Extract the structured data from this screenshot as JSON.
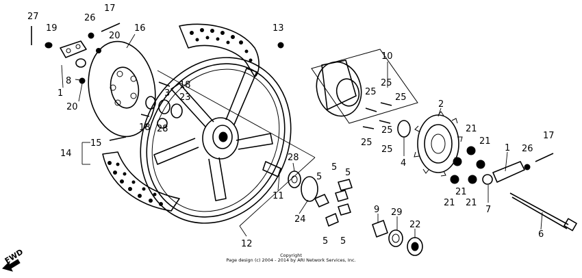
{
  "diagram": {
    "direction_label": "FWD",
    "copyright_lines": [
      "Copyright",
      "Page design (c) 2004 - 2014 by ARI Network Services, Inc."
    ],
    "callouts": {
      "n27": "27",
      "n19": "19",
      "n26a": "26",
      "n17a": "17",
      "n16": "16",
      "n20a": "20",
      "n1a": "1",
      "n8": "8",
      "n20b": "20",
      "n13": "13",
      "n18a": "18",
      "n3": "3",
      "n23": "23",
      "n18b": "18",
      "n28a": "28",
      "n15": "15",
      "n14": "14",
      "n10": "10",
      "n25a": "25",
      "n25b": "25",
      "n25c": "25",
      "n25d": "25",
      "n25e": "25",
      "n25f": "25",
      "n2": "2",
      "n4": "4",
      "n21a": "21",
      "n21b": "21",
      "n21c": "21",
      "n21d": "21",
      "n21e": "21",
      "n17b": "17",
      "n26b": "26",
      "n1b": "1",
      "n7": "7",
      "n6": "6",
      "n28b": "28",
      "n11": "11",
      "n24": "24",
      "n5a": "5",
      "n5b": "5",
      "n5c": "5",
      "n5d": "5",
      "n5e": "5",
      "n9": "9",
      "n29": "29",
      "n22": "22",
      "n12": "12"
    }
  }
}
